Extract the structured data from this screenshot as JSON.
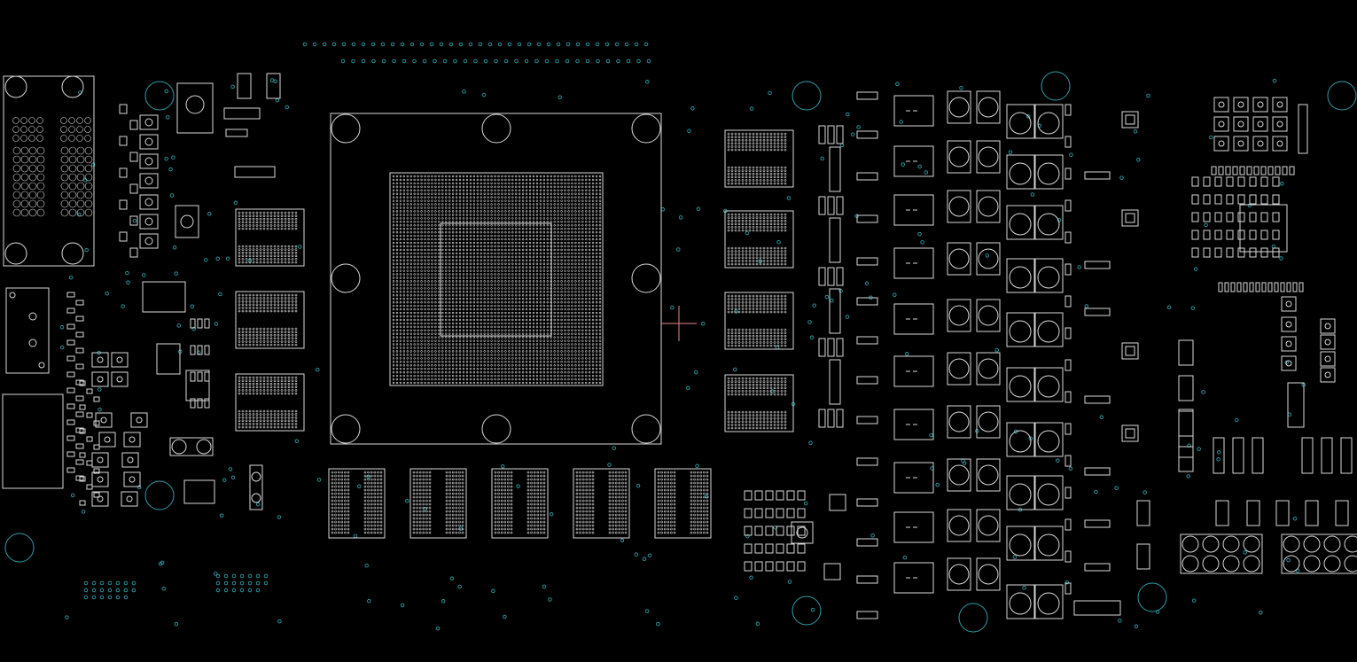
{
  "view": {
    "background": "#000000",
    "outline_color": "#d8d8d8",
    "via_color": "#2e9ea8",
    "mounting_hole_color": "#2e9ea8",
    "cursor_color": "#e08a8a"
  },
  "components": {
    "gpu": "gpu-bga-package",
    "vram": "memory-chip",
    "io_connectors": "io-connector",
    "inductors": "vrm-inductor",
    "mosfets": "vrm-mosfet",
    "controller": "pwm-controller-chip",
    "power_connectors": "pcie-power-connector"
  }
}
